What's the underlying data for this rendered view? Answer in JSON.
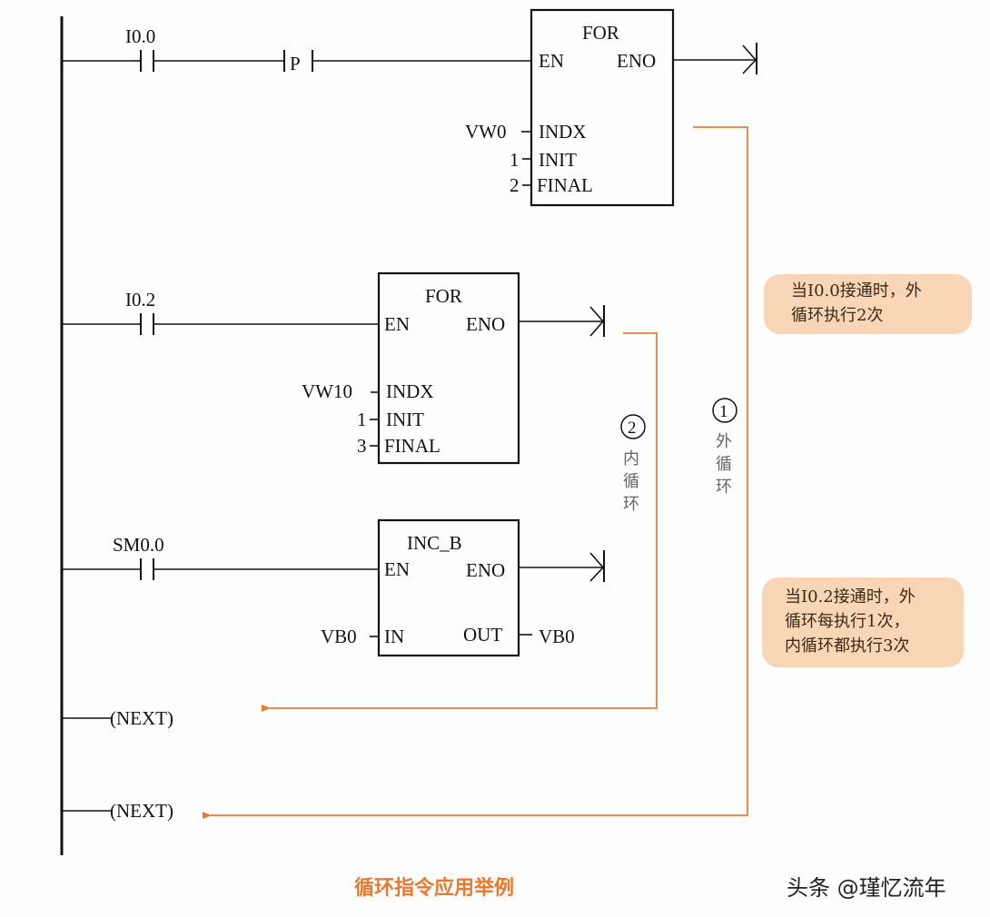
{
  "diagram": {
    "type": "ladder-logic",
    "rungs": [
      {
        "contact": "I0.0",
        "edge_contact": "P",
        "block": {
          "name": "FOR",
          "en": "EN",
          "eno": "ENO",
          "inputs": [
            {
              "pin": "INDX",
              "value": "VW0"
            },
            {
              "pin": "INIT",
              "value": "1"
            },
            {
              "pin": "FINAL",
              "value": "2"
            }
          ]
        }
      },
      {
        "contact": "I0.2",
        "block": {
          "name": "FOR",
          "en": "EN",
          "eno": "ENO",
          "inputs": [
            {
              "pin": "INDX",
              "value": "VW10"
            },
            {
              "pin": "INIT",
              "value": "1"
            },
            {
              "pin": "FINAL",
              "value": "3"
            }
          ]
        }
      },
      {
        "contact": "SM0.0",
        "block": {
          "name": "INC_B",
          "en": "EN",
          "eno": "ENO",
          "in_pin": "IN",
          "in_value": "VB0",
          "out_pin": "OUT",
          "out_value": "VB0"
        }
      },
      {
        "coil": "(NEXT)"
      },
      {
        "coil": "(NEXT)"
      }
    ],
    "loops": {
      "inner": {
        "number": "2",
        "label": [
          "内",
          "循",
          "环"
        ]
      },
      "outer": {
        "number": "1",
        "label": [
          "外",
          "循",
          "环"
        ]
      }
    },
    "callouts": [
      {
        "lines": [
          "当I0.0接通时，外",
          "循环执行2次"
        ]
      },
      {
        "lines": [
          "当I0.2接通时，外",
          "循环每执行1次，",
          "内循环都执行3次"
        ]
      }
    ],
    "caption": "循环指令应用举例",
    "watermark": "头条 @瑾忆流年",
    "colors": {
      "line": "#111111",
      "loop_arrow": "#e8792e",
      "callout_bg": "#f8d5b4",
      "caption": "#e8792e"
    }
  }
}
